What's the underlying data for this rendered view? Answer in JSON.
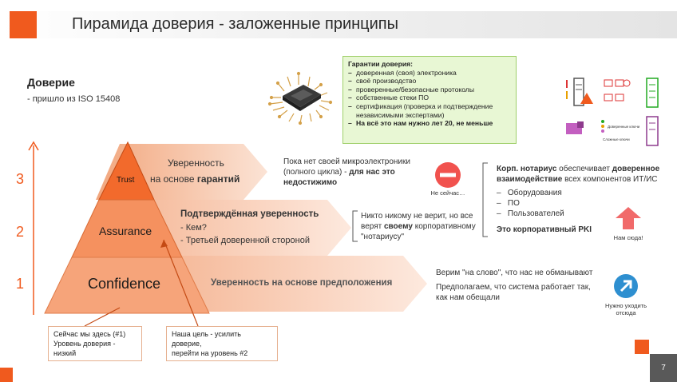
{
  "header": {
    "title": "Пирамида доверия - заложенные принципы"
  },
  "intro": {
    "heading": "Доверие",
    "sub": "- пришло из ISO 15408"
  },
  "guarantees": {
    "title": "Гарантии доверия:",
    "items": [
      "доверенная (своя) электроника",
      "своё производство",
      "проверенные/безопасные протоколы",
      "собственные стеки ПО",
      "сертификация (проверка и подтверждение независимыми экспертами)"
    ],
    "final": "На всё это нам нужно лет 20, не меньше"
  },
  "levels": [
    "3",
    "2",
    "1"
  ],
  "pyramid": {
    "trust": "Trust",
    "assurance": "Assurance",
    "confidence": "Confidence"
  },
  "bands": {
    "trust": {
      "line1": "Уверенность",
      "line2a": "на основе ",
      "line2b": "гарантий"
    },
    "assurance": {
      "title": "Подтверждённая уверенность",
      "item1": "- Кем?",
      "item2": "- Третьей доверенной стороной"
    },
    "confidence": {
      "title": "Уверенность на основе предположения"
    }
  },
  "notes": {
    "trust_a": "Пока нет своей микроэлектроники (полного цикла) - ",
    "trust_b": "для нас это недостижимо",
    "no_caption": "Не сейчас…",
    "assurance_a": "Никто никому не верит, но все верят ",
    "assurance_b": "своему",
    "assurance_c": " корпоративному \"нотариусу\"",
    "notary_a": "Корп. нотариус",
    "notary_b": " обеспечивает ",
    "notary_c": "доверенное взаимодействие",
    "notary_d": " всех компонентов ИТ/ИС",
    "notary_items": [
      "Оборудования",
      "ПО",
      "Пользователей"
    ],
    "pki": "Это корпоративный PKI",
    "here_caption": "Нам сюда!",
    "conf_1": "Верим \"на слово\", что нас не обманывают",
    "conf_2": "Предполагаем, что система работает так, как нам обещали",
    "leave_caption_1": "Нужно уходить",
    "leave_caption_2": "отсюда"
  },
  "icons": {
    "cap1": "Доверенные ключи",
    "cap2": "Сложные ключи"
  },
  "callouts": {
    "left_1": "Сейчас мы здесь (#1)",
    "left_2": "Уровень доверия - низкий",
    "right_1": "Наша цель - усилить доверие,",
    "right_2": "перейти на уровень #2"
  },
  "page": {
    "number": "7"
  },
  "colors": {
    "accent": "#f05a1e",
    "band": "#f7d3bd",
    "band_dark": "#f2b290",
    "green_box": "#e8f7d4"
  }
}
